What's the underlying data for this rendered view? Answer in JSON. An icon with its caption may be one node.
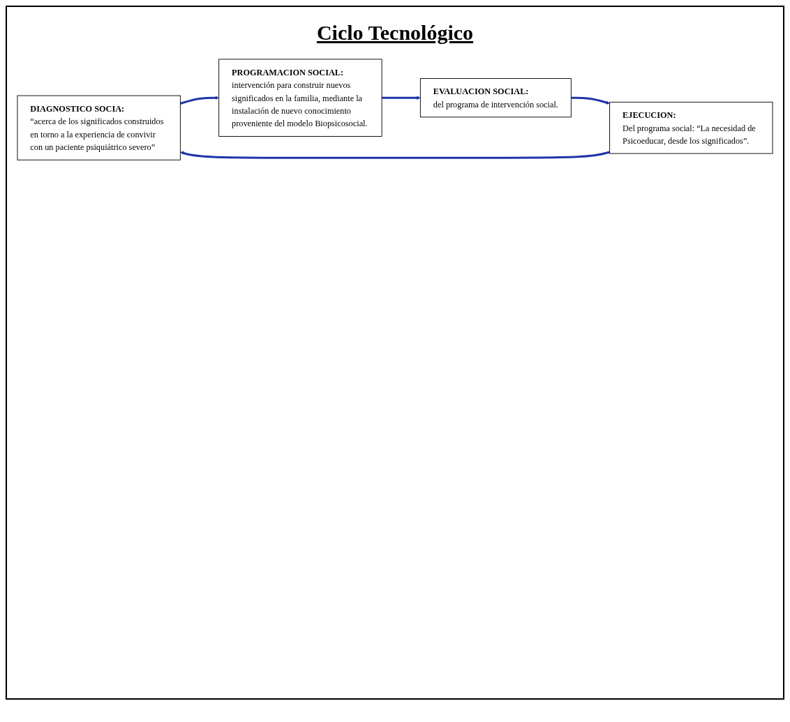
{
  "diagram": {
    "title": "Ciclo Tecnológico",
    "nodes": [
      {
        "text": [
          "DIAGNOSTICO SOCIA:",
          "“acerca de los significados construidos en torno a la experiencia de convivir con un paciente psiquiátrico severo”"
        ]
      },
      {
        "text": [
          "PROGRAMACION SOCIAL:",
          "intervención para construir nuevos significados en la familia, mediante la instalación de nuevo conocimiento proveniente del modelo Biopsicosocial."
        ]
      },
      {
        "text": [
          "EVALUACION SOCIAL:",
          "del programa de intervención social."
        ]
      },
      {
        "text": [
          "EJECUCION:",
          "Del programa social: “La necesidad de Psicoeducar, desde los significados”."
        ]
      }
    ],
    "edges": [
      {
        "from": 0,
        "to": 1,
        "arrow": "to"
      },
      {
        "from": 1,
        "to": 2,
        "arrow": "to"
      },
      {
        "from": 2,
        "to": 3,
        "arrow": "to"
      },
      {
        "from": 3,
        "to": 0,
        "arrow": "to"
      }
    ]
  }
}
